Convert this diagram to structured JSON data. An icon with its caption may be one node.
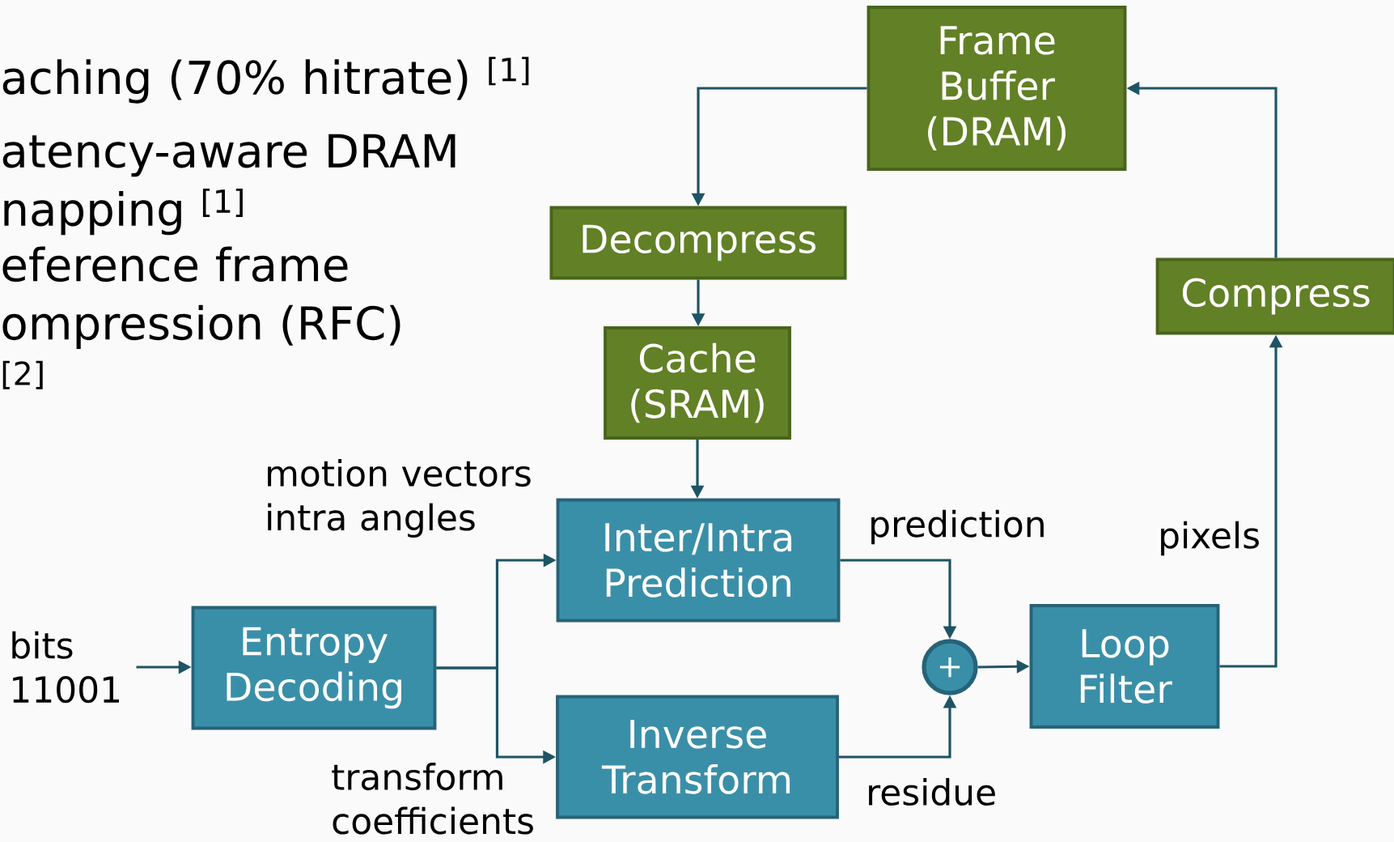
{
  "diagram": {
    "nodes": [
      {
        "text": [
          "Frame Buffer (DRAM)"
        ]
      },
      {
        "text": [
          "Decompress"
        ]
      },
      {
        "text": [
          "Cache (SRAM)"
        ]
      },
      {
        "text": [
          "Compress"
        ]
      },
      {
        "text": [
          "Inter/Intra Prediction"
        ]
      },
      {
        "text": [
          "Entropy Decoding"
        ]
      },
      {
        "text": [
          "Inverse Transform"
        ]
      },
      {
        "text": [
          "+"
        ]
      },
      {
        "text": [
          "Loop Filter"
        ]
      },
      {
        "text": [
          "bits 11001"
        ]
      }
    ],
    "edges": [
      {
        "from": 0,
        "to": 1,
        "arrow": "to"
      },
      {
        "from": 1,
        "to": 2,
        "arrow": "to"
      },
      {
        "from": 2,
        "to": 4,
        "arrow": "to"
      },
      {
        "from": 5,
        "to": 4,
        "arrow": "to",
        "label": "motion vectors intra angles"
      },
      {
        "from": 5,
        "to": 6,
        "arrow": "to",
        "label": "transform coefficients"
      },
      {
        "from": 4,
        "to": 7,
        "arrow": "to",
        "label": "prediction"
      },
      {
        "from": 6,
        "to": 7,
        "arrow": "to",
        "label": "residue"
      },
      {
        "from": 7,
        "to": 8,
        "arrow": "to"
      },
      {
        "from": 8,
        "to": 3,
        "arrow": "to",
        "label": "pixels"
      },
      {
        "from": 3,
        "to": 0,
        "arrow": "to"
      },
      {
        "from": 9,
        "to": 5,
        "arrow": "to"
      }
    ],
    "labels": [
      "aching (70% hitrate) $^{[1]}$",
      "atency-aware DRAM napping $^{[1]}$",
      "eference frame ompression (RFC) $^{[2]}$"
    ]
  }
}
